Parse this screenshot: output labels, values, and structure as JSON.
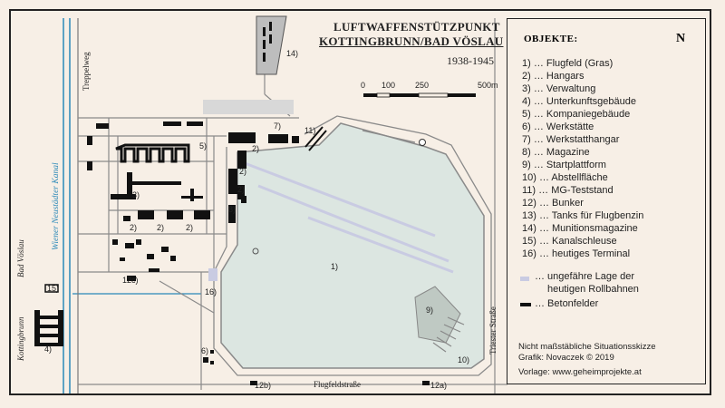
{
  "title": {
    "line1": "LUFTWAFFENSTÜTZPUNKT",
    "line2": "KOTTINGBRUNN/BAD VÖSLAU",
    "years": "1938-1945"
  },
  "scale_bar": {
    "ticks": [
      "0",
      "100",
      "250",
      "500m"
    ]
  },
  "north_label": "N",
  "legend": {
    "title": "OBJEKTE:",
    "items": [
      "1) … Flugfeld (Gras)",
      "2) … Hangars",
      "3) … Verwaltung",
      "4) … Unterkunftsgebäude",
      "5) … Kompaniegebäude",
      "6) … Werkstätte",
      "7) … Werkstatthangar",
      "8) … Magazine",
      "9) … Startplattform",
      "10) … Abstellfläche",
      "11) … MG-Teststand",
      "12) … Bunker",
      "13) … Tanks für Flugbenzin",
      "14) … Munitionsmagazine",
      "15) … Kanalschleuse",
      "16) … heutiges Terminal"
    ],
    "runway_line1": "… ungefähre Lage der",
    "runway_line2": "heutigen Rollbahnen",
    "concrete": "… Betonfelder",
    "note1": "Nicht maßstäbliche Situationsskizze",
    "note2": "Grafik: Novaczek © 2019",
    "note3": "Vorlage: www.geheimprojekte.at"
  },
  "streets": {
    "treppelweg": "Treppelweg",
    "kanal": "Wiener Neustädter Kanal",
    "bad_voeslau": "Bad Vöslau",
    "kottingbrunn": "Kottingbrunn",
    "triester": "Triester Straße",
    "flugfeld": "Flugfeldstraße"
  },
  "map_labels": {
    "l1": "1)",
    "l2a": "2)",
    "l2b": "2)",
    "l2c": "2)",
    "l2d": "2)",
    "l2e": "2)",
    "l2f": "2)",
    "l3": "3)",
    "l4": "4)",
    "l5": "5)",
    "l6": "6)",
    "l7": "7)",
    "l8": "8)",
    "l9": "9)",
    "l10": "10)",
    "l11": "11)",
    "l12a": "12a)",
    "l12b": "12b)",
    "l12c": "12c)",
    "l14": "14)",
    "l15": "15)",
    "l16": "16)"
  },
  "colors": {
    "background": "#f7efe6",
    "airfield": "#dce6e1",
    "road": "#8a8a8a",
    "building": "#111111",
    "canal": "#2a88b8",
    "runway": "#c9cbe2"
  }
}
